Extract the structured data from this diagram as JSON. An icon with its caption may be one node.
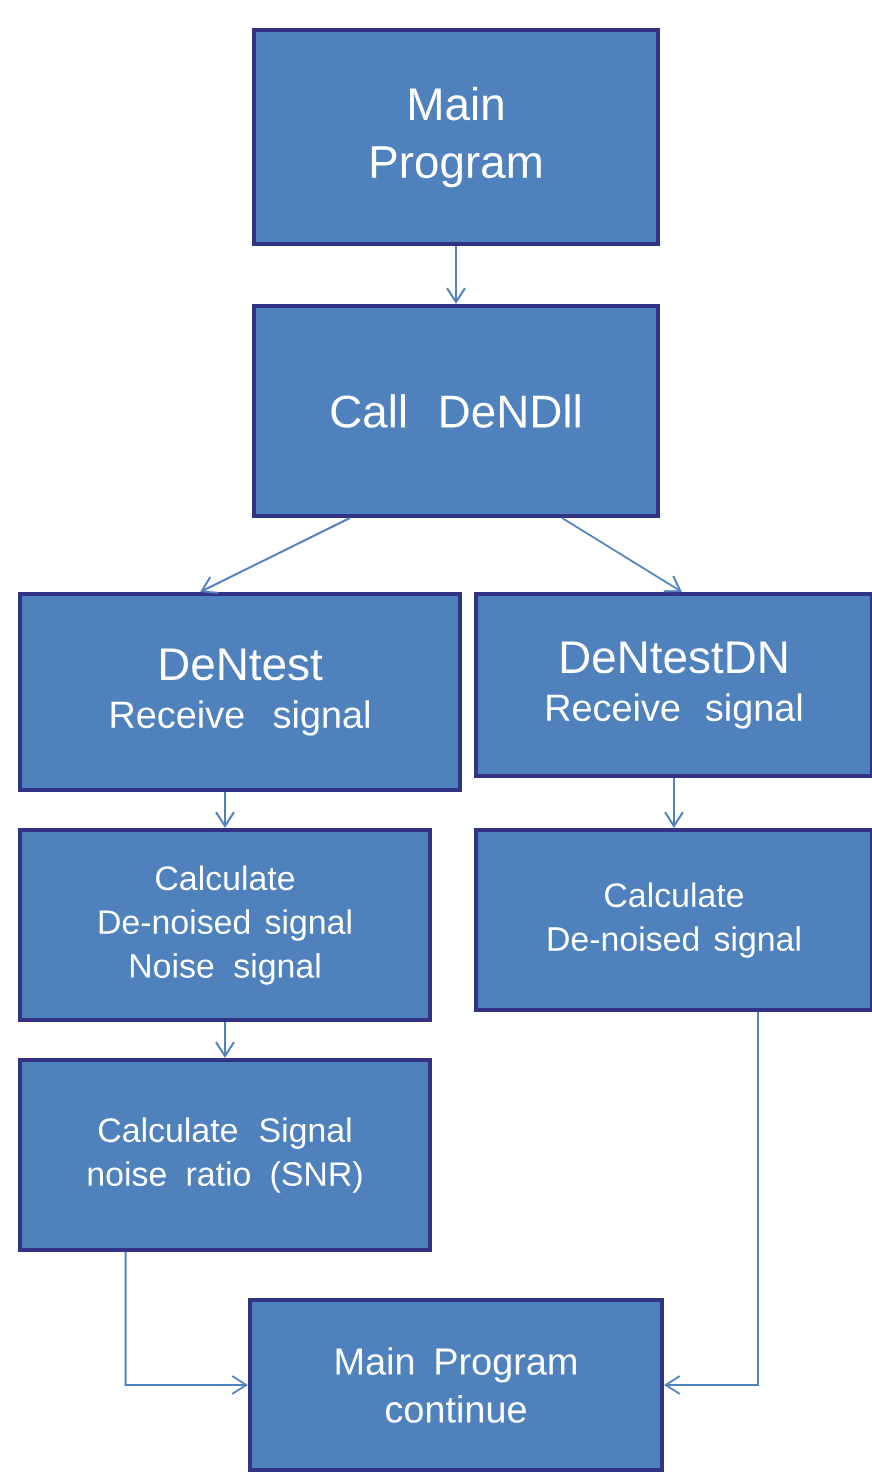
{
  "diagram": {
    "nodes": [
      {
        "text": [
          "Main Program"
        ]
      },
      {
        "text": [
          "Call DeNDll"
        ]
      },
      {
        "text": [
          "DeNtest",
          "Receive signal"
        ]
      },
      {
        "text": [
          "DeNtestDN",
          "Receive signal"
        ]
      },
      {
        "text": [
          "Calculate De-noised signal Noise signal"
        ]
      },
      {
        "text": [
          "Calculate De-noised signal"
        ]
      },
      {
        "text": [
          "Calculate Signal noise ratio (SNR)"
        ]
      },
      {
        "text": [
          "Main Program continue"
        ]
      }
    ],
    "edges": [
      {
        "from": 0,
        "to": 1,
        "arrow": "to"
      },
      {
        "from": 1,
        "to": 2,
        "arrow": "to"
      },
      {
        "from": 1,
        "to": 3,
        "arrow": "to"
      },
      {
        "from": 2,
        "to": 4,
        "arrow": "to"
      },
      {
        "from": 3,
        "to": 5,
        "arrow": "to"
      },
      {
        "from": 4,
        "to": 6,
        "arrow": "to"
      },
      {
        "from": 6,
        "to": 7,
        "arrow": "to"
      },
      {
        "from": 5,
        "to": 7,
        "arrow": "to"
      }
    ]
  }
}
